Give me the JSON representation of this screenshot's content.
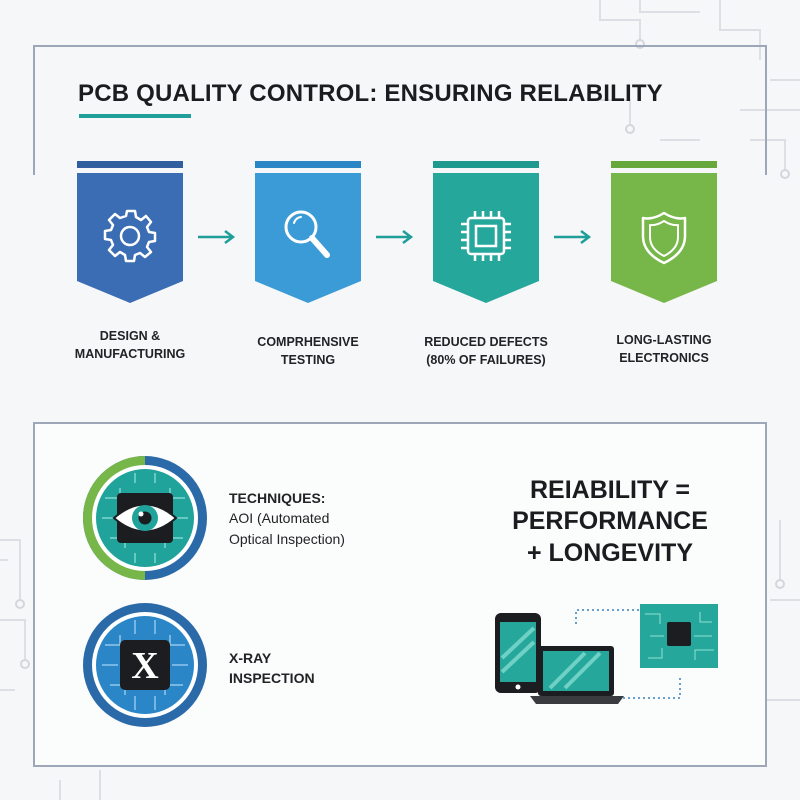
{
  "title": "PCB QUALITY CONTROL: ENSURING RELABILITY",
  "colors": {
    "teal_accent": "#1f9e9a",
    "design_blue": "#3b6db4",
    "testing_blue": "#3a9bd6",
    "defects_teal": "#25a89b",
    "longlasting_green": "#77b749",
    "panel_border": "#9ea7b7"
  },
  "steps": [
    {
      "icon": "gear-icon",
      "line1": "DESIGN &",
      "line2": "MANUFACTURING"
    },
    {
      "icon": "magnifier-icon",
      "line1": "COMPRHENSIVE",
      "line2": "TESTING"
    },
    {
      "icon": "chip-icon",
      "line1": "REDUCED DEFECTS",
      "line2": "(80% OF FAILURES)"
    },
    {
      "icon": "shield-icon",
      "line1": "LONG-LASTING",
      "line2": "ELECTRONICS"
    }
  ],
  "techniques": {
    "heading": "TECHNIQUES:",
    "aoi_line1": "AOI (Automated",
    "aoi_line2": "Optical Inspection)",
    "xray_line1": "X-RAY",
    "xray_line2": "INSPECTION",
    "xray_icon_letter": "X"
  },
  "reliability": {
    "line1": "REIABILITY =",
    "line2": "PERFORMANCE",
    "line3": "+ LONGEVITY"
  }
}
